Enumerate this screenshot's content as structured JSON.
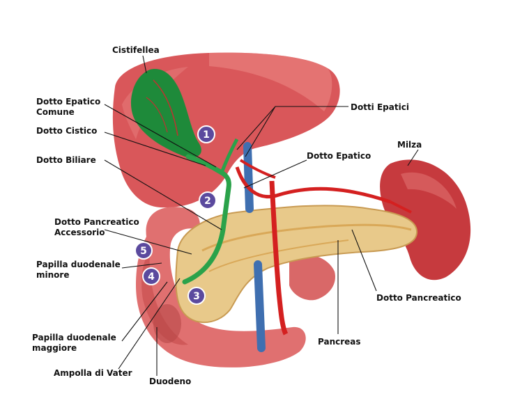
{
  "labels": {
    "cistifellea": "Cistifellea",
    "dotto_epatico_comune_1": "Dotto Epatico",
    "dotto_epatico_comune_2": "Comune",
    "dotto_cistico": "Dotto Cistico",
    "dotto_biliare": "Dotto Biliare",
    "dotto_pancreatico_accessorio_1": "Dotto Pancreatico",
    "dotto_pancreatico_accessorio_2": "Accessorio",
    "papilla_minore_1": "Papilla duodenale",
    "papilla_minore_2": "minore",
    "papilla_maggiore_1": "Papilla duodenale",
    "papilla_maggiore_2": "maggiore",
    "ampolla": "Ampolla di Vater",
    "duodeno": "Duodeno",
    "dotti_epatici": "Dotti Epatici",
    "dotto_epatico": "Dotto Epatico",
    "milza": "Milza",
    "dotto_pancreatico": "Dotto Pancreatico",
    "pancreas": "Pancreas"
  },
  "badges": [
    "1",
    "2",
    "3",
    "4",
    "5"
  ],
  "colors": {
    "liver": "#d9575a",
    "liver_light": "#ec8a86",
    "gallbladder": "#1e8a3a",
    "bile_duct": "#2aa24a",
    "pancreas": "#e8c98a",
    "pancreas_edge": "#c89a52",
    "spleen": "#c63a3e",
    "duodenum": "#e07070",
    "artery": "#d42020",
    "vein": "#3f6fb0",
    "badge": "#5b4a9e"
  }
}
